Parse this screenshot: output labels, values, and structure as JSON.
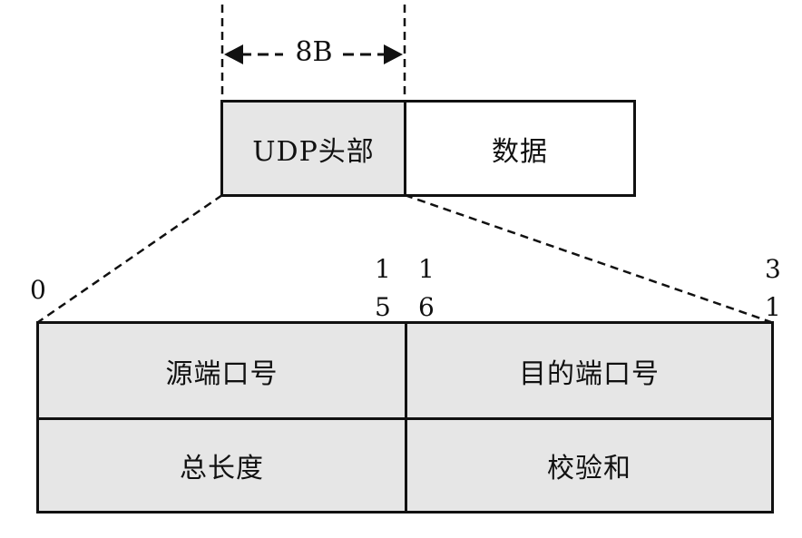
{
  "top": {
    "size_label": "8B",
    "header_label": "UDP头部",
    "data_label": "数据"
  },
  "fields": {
    "src_port": "源端口号",
    "dst_port": "目的端口号",
    "length": "总长度",
    "checksum": "校验和"
  },
  "bits": {
    "b0": "0",
    "b15_a": "1",
    "b15_b": "5",
    "b16_a": "1",
    "b16_b": "6",
    "b31_a": "3",
    "b31_b": "1"
  },
  "colors": {
    "header_fill": "#e6e6e6",
    "line": "#111111"
  }
}
